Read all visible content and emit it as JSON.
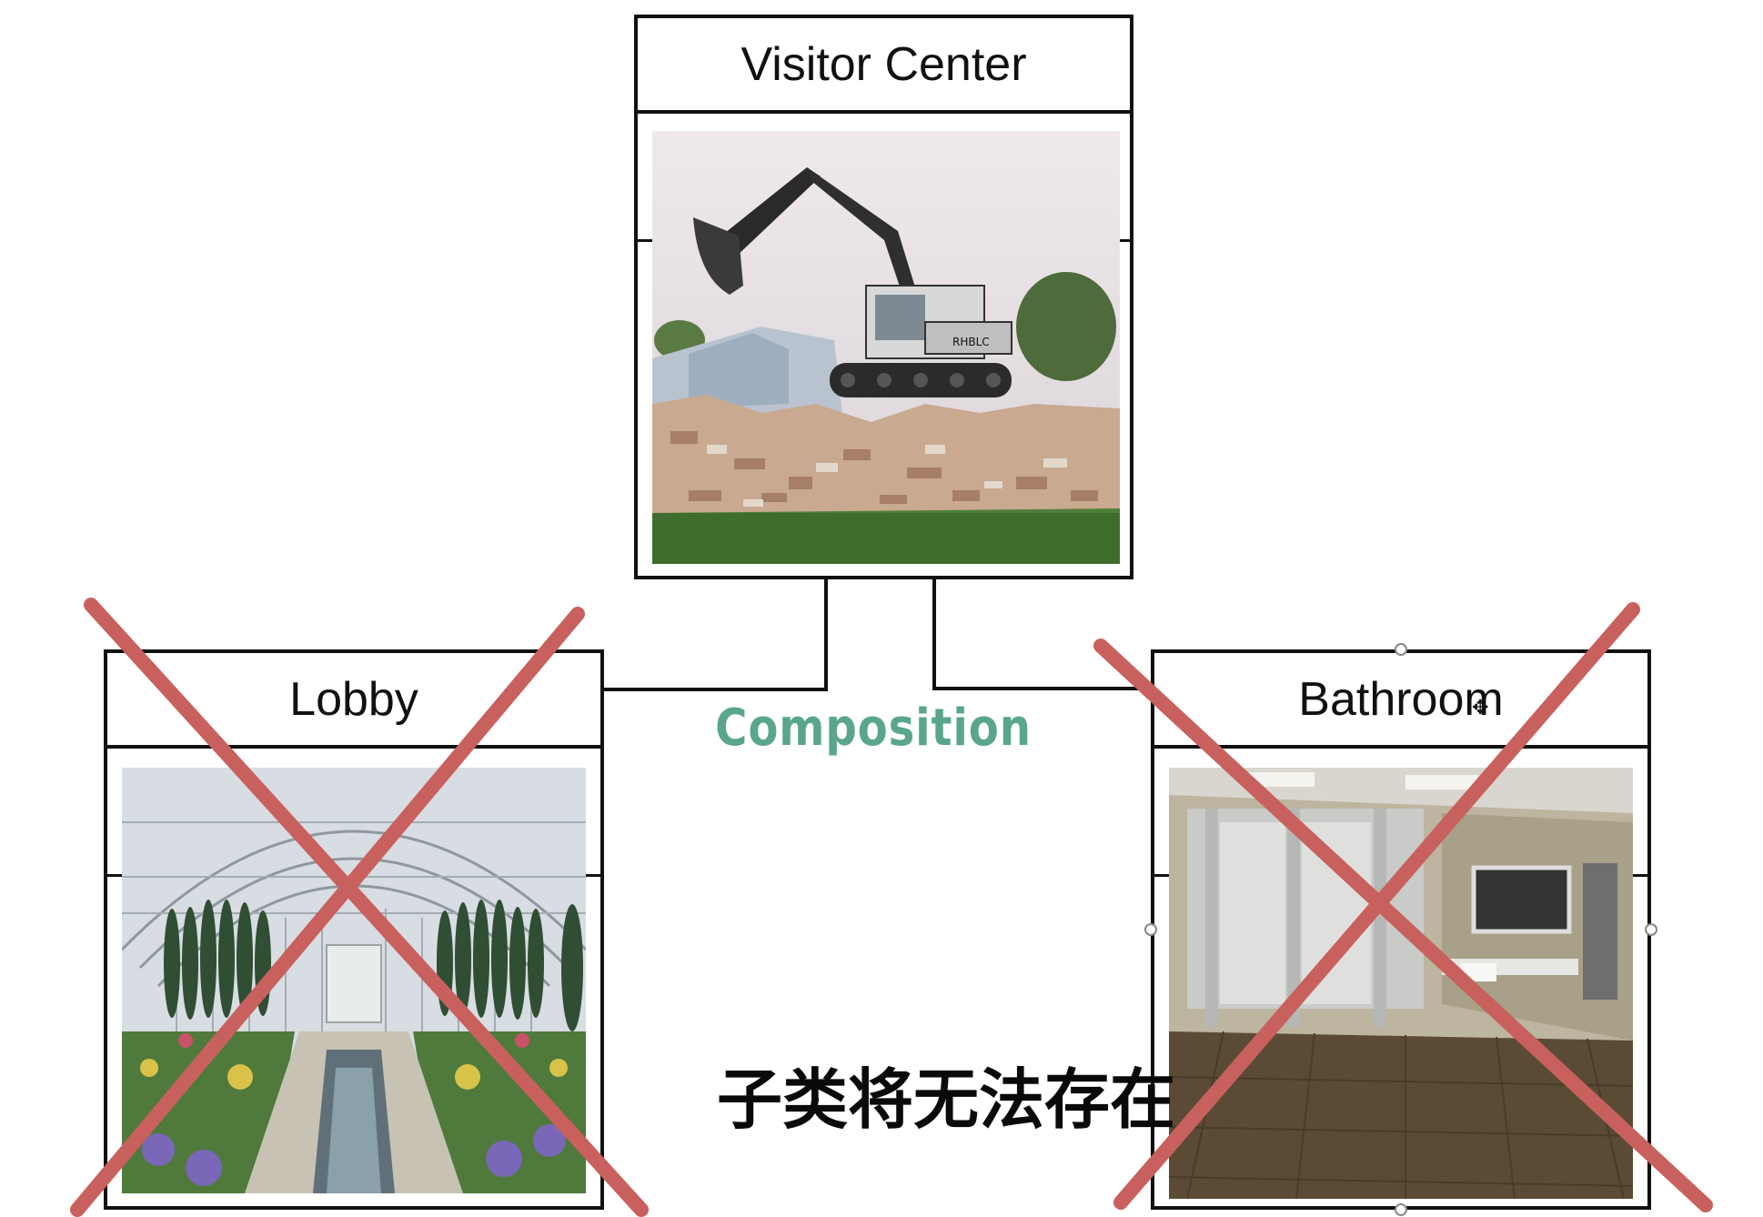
{
  "diagram": {
    "parent": {
      "label": "Visitor Center",
      "image": "demolition-excavator-photo"
    },
    "children": [
      {
        "label": "Lobby",
        "image": "conservatory-garden-photo",
        "crossed_out": true
      },
      {
        "label": "Bathroom",
        "image": "restroom-stalls-photo",
        "crossed_out": true
      }
    ],
    "relationship_label": "Composition",
    "caption": "子类将无法存在"
  },
  "colors": {
    "relationship_label": "#5aa68a",
    "cross": "#c8615d",
    "border": "#111111"
  }
}
